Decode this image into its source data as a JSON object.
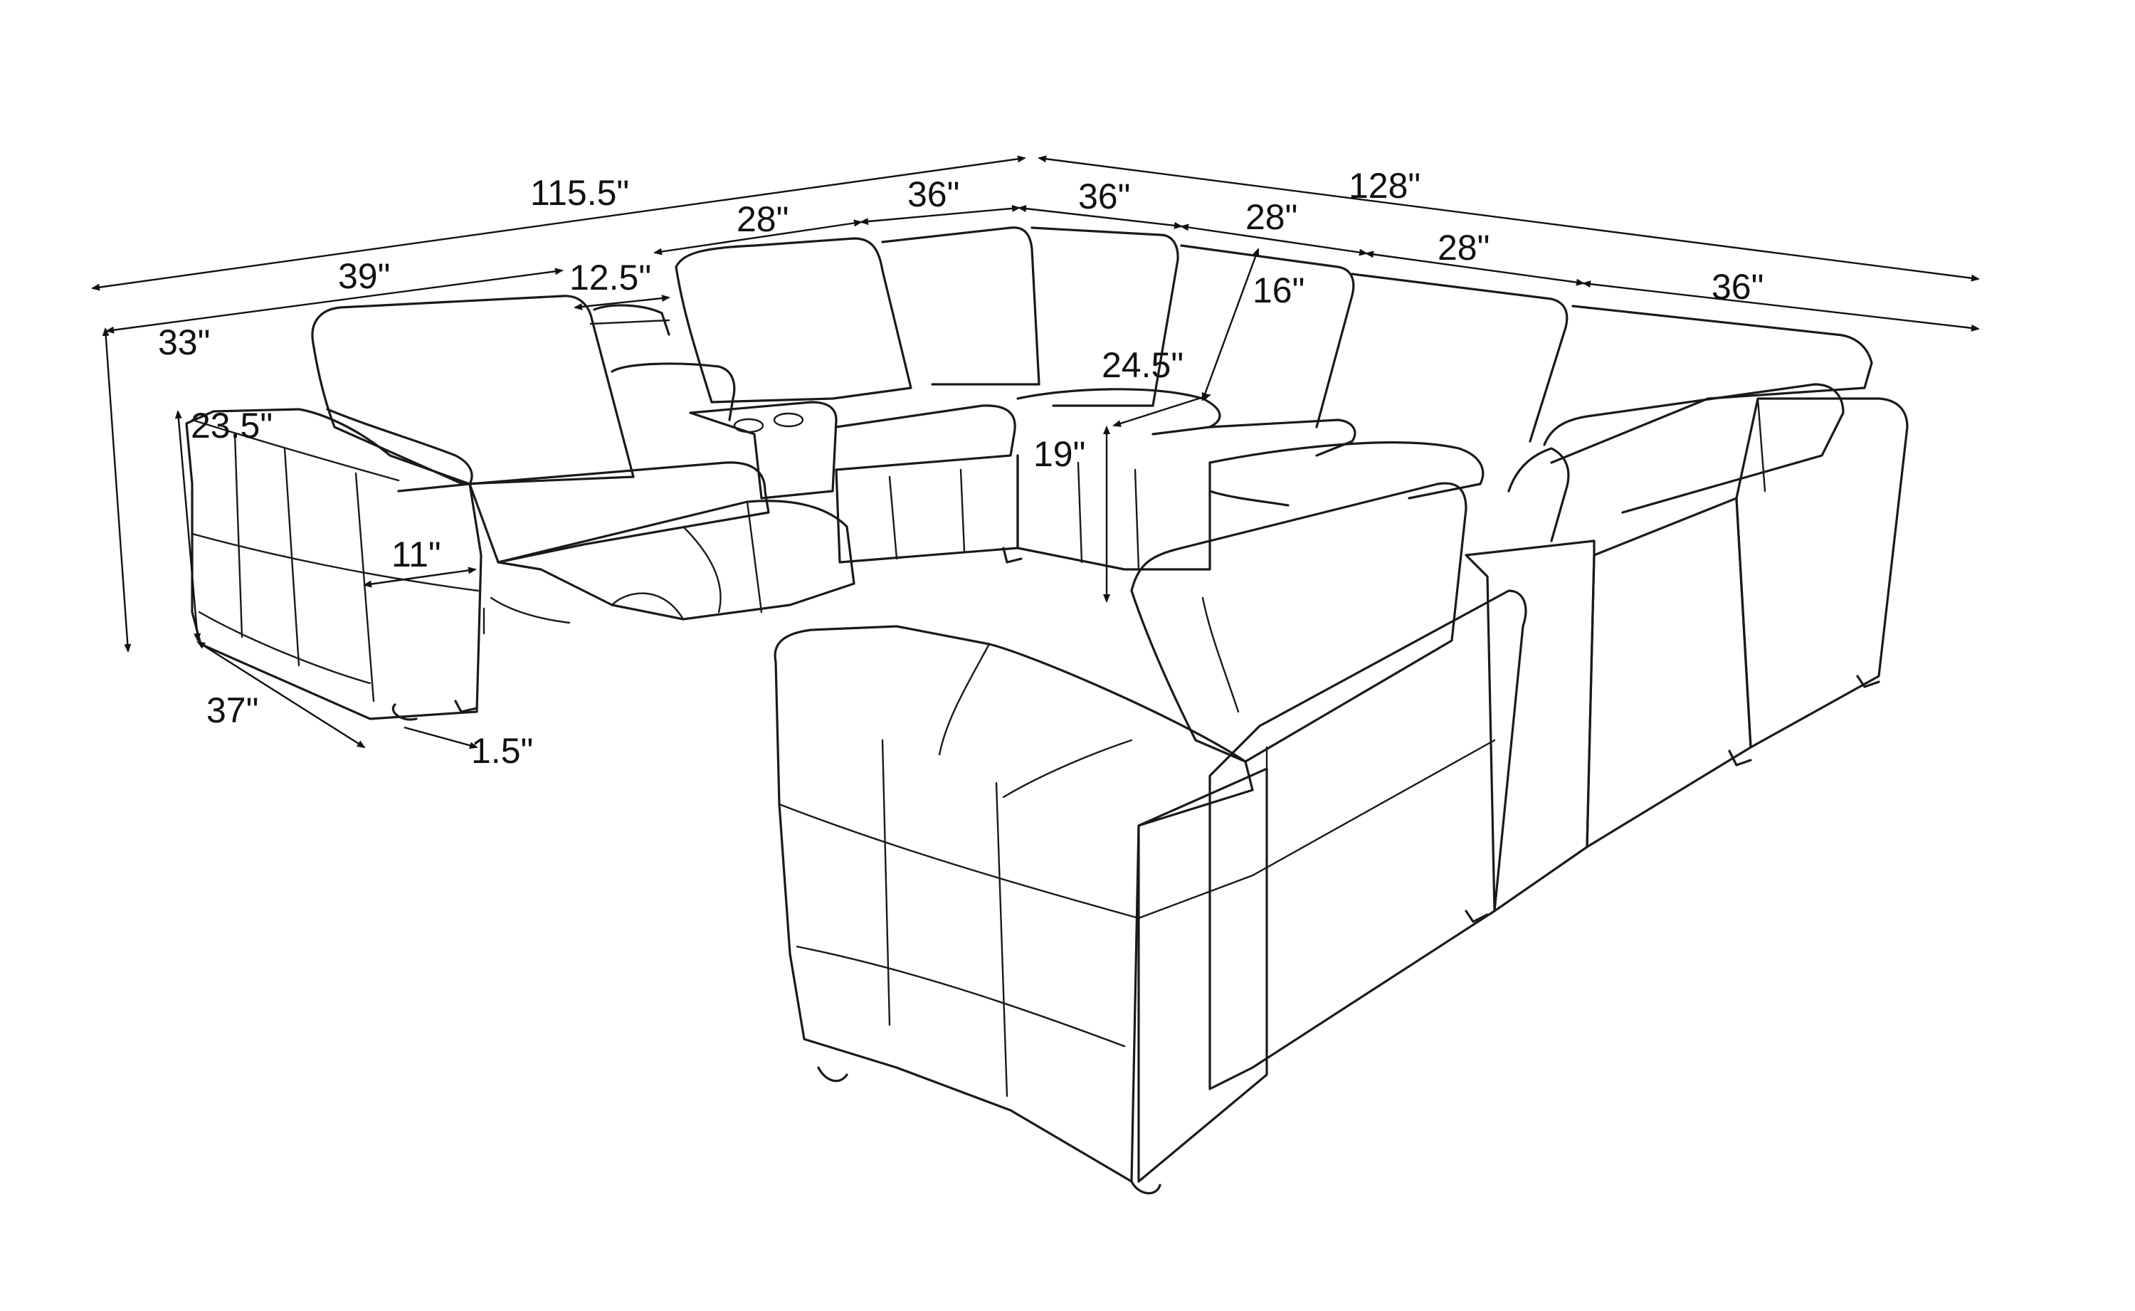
{
  "dimensions": {
    "total_left_width": "115.5\"",
    "total_right_width": "128\"",
    "recliner_width": "39\"",
    "console_width": "12.5\"",
    "left_seat_width": "28\"",
    "left_corner_width": "36\"",
    "right_corner_width": "36\"",
    "armless_seat_width_a": "28\"",
    "armless_seat_width_b": "28\"",
    "end_recliner_width": "36\"",
    "back_height": "33\"",
    "arm_height": "23.5\"",
    "arm_width": "11\"",
    "depth": "37\"",
    "leg_height": "1.5\"",
    "seat_depth": "24.5\"",
    "back_depth": "16\"",
    "seat_height": "19\""
  }
}
